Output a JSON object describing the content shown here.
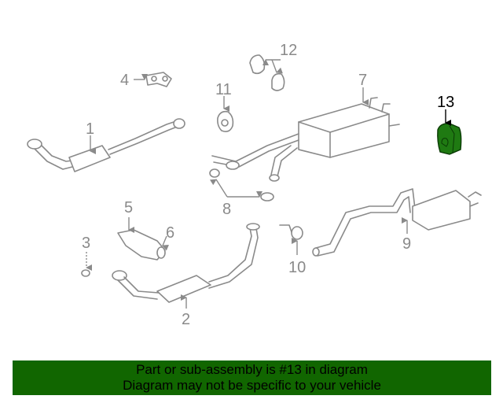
{
  "diagram": {
    "callouts": [
      "1",
      "2",
      "3",
      "4",
      "5",
      "6",
      "7",
      "8",
      "9",
      "10",
      "11",
      "12",
      "13"
    ],
    "highlighted_part": "13",
    "highlight_color": "#1f7a12"
  },
  "banner": {
    "line1": "Part or sub-assembly is #13 in diagram",
    "line2": "Diagram may not be specific to your vehicle",
    "color": "#116600"
  }
}
